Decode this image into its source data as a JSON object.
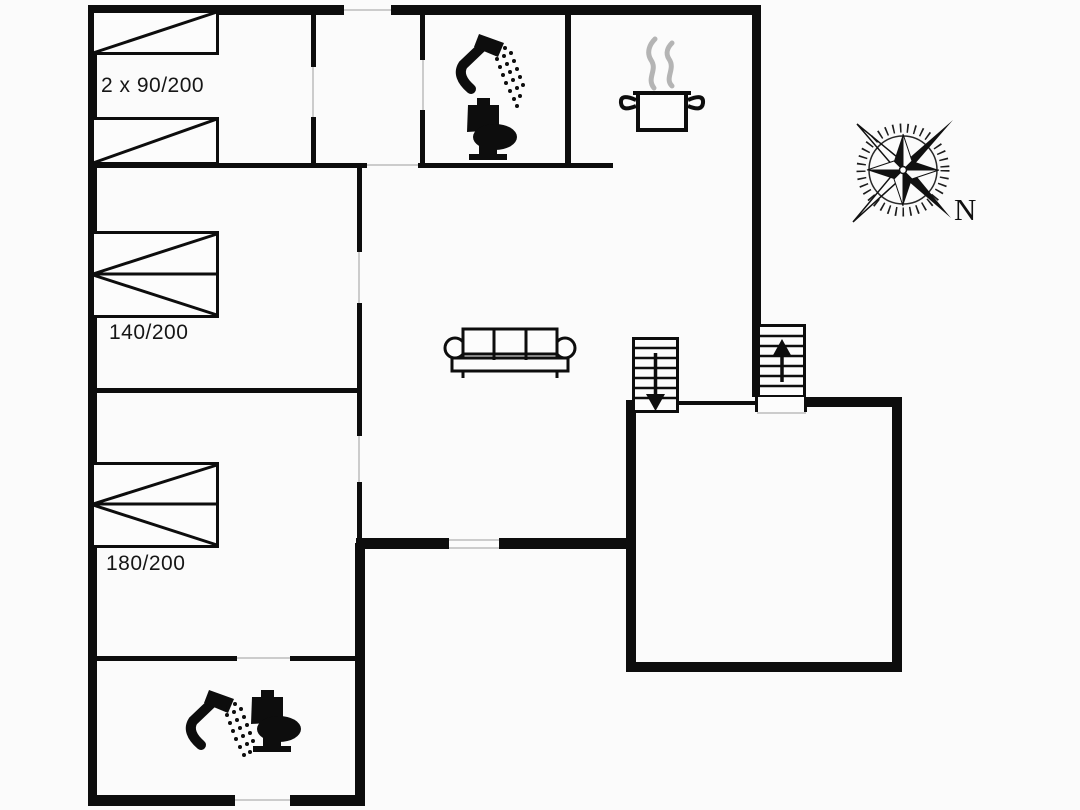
{
  "plan": {
    "type": "floorplan",
    "labels": {
      "bedroom_top_bed": "2 x 90/200",
      "bedroom_middle_bed": "140/200",
      "bedroom_bottom_bed": "180/200",
      "compass_north": "N"
    },
    "rooms": {
      "bedroom_top": {
        "beds": "2 single beds",
        "bed_size": "2 x 90/200"
      },
      "bedroom_middle": {
        "beds": "1 double bed",
        "bed_size": "140/200"
      },
      "bedroom_bottom": {
        "beds": "1 double bed",
        "bed_size": "180/200"
      },
      "bathroom_top": {
        "fixtures": [
          "shower",
          "toilet"
        ]
      },
      "bathroom_bottom": {
        "fixtures": [
          "shower",
          "toilet"
        ]
      },
      "kitchen": {
        "fixtures": [
          "cooking pot on stove"
        ]
      },
      "living_room": {
        "fixtures": [
          "sofa"
        ]
      },
      "stairs": {
        "left": "down",
        "right": "up"
      },
      "annex_bottom_right": {
        "fixtures": []
      }
    },
    "icons": {
      "shower": "shower-icon",
      "toilet": "toilet-icon",
      "pot": "cooking-pot-icon",
      "sofa": "sofa-icon",
      "stairs_down": "stairs-down-icon",
      "stairs_up": "stairs-up-icon",
      "compass": "compass-rose-icon"
    },
    "colors": {
      "wall": "#0d0d0d",
      "background": "#fbfbfb",
      "opening_line": "#cccccc",
      "steam_gray": "#b4b4b4",
      "text": "#161616"
    }
  }
}
